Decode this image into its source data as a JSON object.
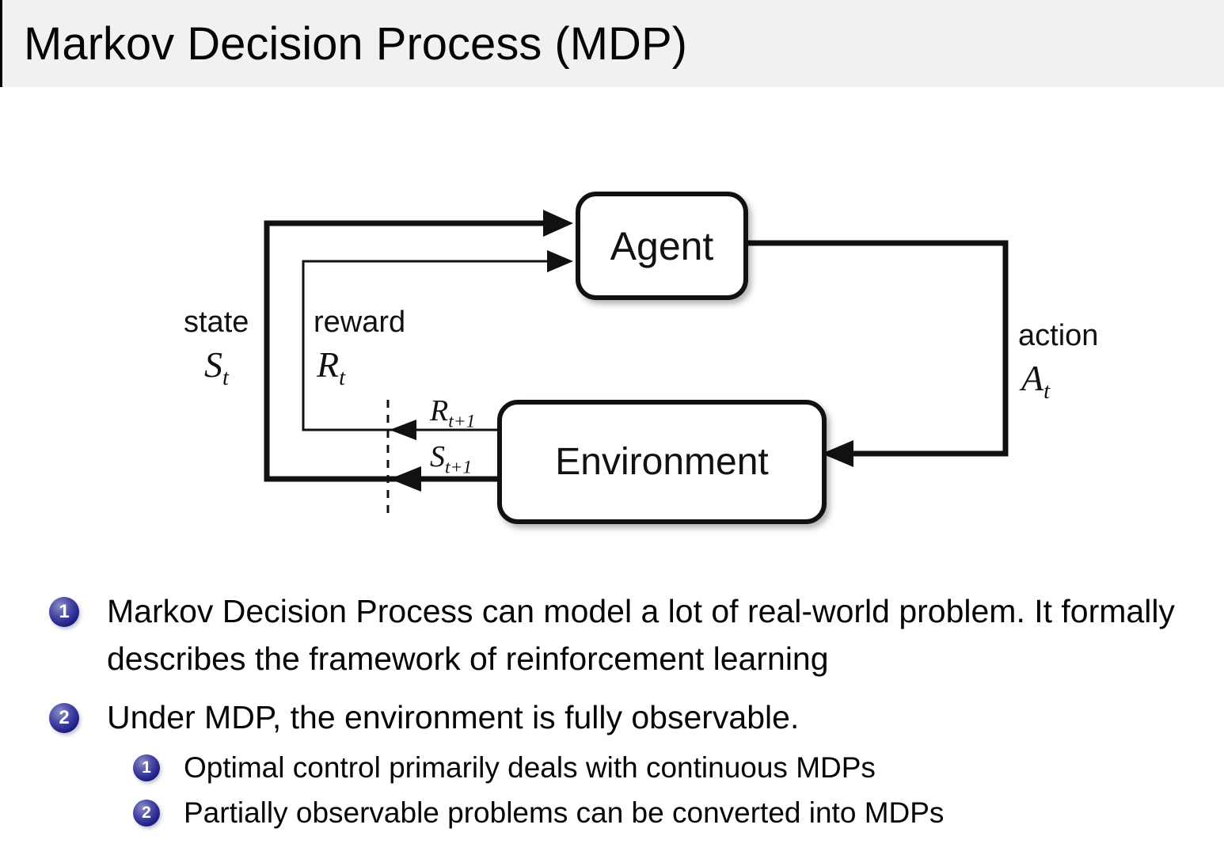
{
  "slide": {
    "title": "Markov Decision Process (MDP)",
    "diagram": {
      "agent_label": "Agent",
      "environment_label": "Environment",
      "state_label": "state",
      "state_symbol": {
        "main": "S",
        "sub": "t"
      },
      "reward_label": "reward",
      "reward_symbol": {
        "main": "R",
        "sub": "t"
      },
      "action_label": "action",
      "action_symbol": {
        "main": "A",
        "sub": "t"
      },
      "next_reward_symbol": {
        "main": "R",
        "sub": "t+1"
      },
      "next_state_symbol": {
        "main": "S",
        "sub": "t+1"
      }
    },
    "bullets": [
      {
        "number": "1",
        "text": "Markov Decision Process can model a lot of real-world problem. It formally describes the framework of reinforcement learning"
      },
      {
        "number": "2",
        "text": "Under MDP, the environment is fully observable.",
        "sub": [
          {
            "number": "1",
            "text": "Optimal control primarily deals with continuous MDPs"
          },
          {
            "number": "2",
            "text": "Partially observable problems can be converted into MDPs"
          }
        ]
      }
    ],
    "colors": {
      "title_band": "#f1f1f0",
      "badge": "#1d1d85",
      "badge_text": "#ffffff",
      "line": "#111111",
      "box_border": "#111111",
      "background": "#ffffff"
    }
  }
}
